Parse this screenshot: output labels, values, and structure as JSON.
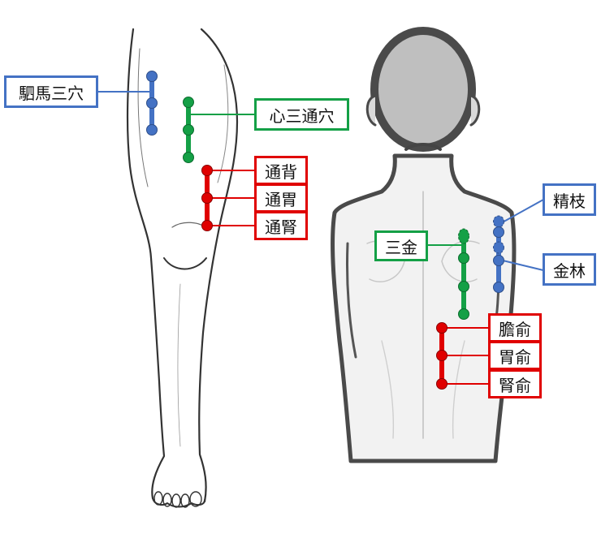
{
  "colors": {
    "blue": "#4472C4",
    "green": "#14A046",
    "red": "#E00000"
  },
  "leg_labels": {
    "sima_sanxue": "駟馬三穴",
    "xin_santong": "心三通穴",
    "tongbei": "通背",
    "tongwei": "通胃",
    "tongshen": "通腎"
  },
  "back_labels": {
    "jingzhi": "精枝",
    "jinlin": "金林",
    "sanjin": "三金",
    "danshu": "膽俞",
    "weishu": "胃俞",
    "shenshu": "腎俞"
  }
}
